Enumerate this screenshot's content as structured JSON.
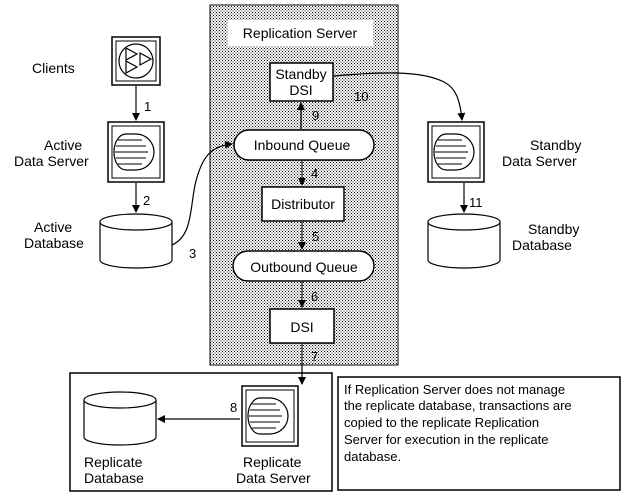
{
  "server_panel": {
    "title": "Replication   Server"
  },
  "clients": {
    "label": "Clients"
  },
  "active_server": {
    "line1": "Active",
    "line2": "Data  Server"
  },
  "active_db": {
    "line1": "Active",
    "line2": "Database"
  },
  "standby_server": {
    "line1": "Standby",
    "line2": "Data  Server"
  },
  "standby_db": {
    "line1": "Standby",
    "line2": "Database"
  },
  "standby_dsi": {
    "line1": "Standby",
    "line2": "DSI"
  },
  "inbound_queue": {
    "label": "Inbound   Queue"
  },
  "distributor": {
    "label": "Distributor"
  },
  "outbound_queue": {
    "label": "Outbound   Queue"
  },
  "dsi": {
    "label": "DSI"
  },
  "replicate_server": {
    "line1": "Replicate",
    "line2": "Data  Server"
  },
  "replicate_db": {
    "line1": "Replicate",
    "line2": "Database"
  },
  "steps": {
    "s1": "1",
    "s2": "2",
    "s3": "3",
    "s4": "4",
    "s5": "5",
    "s6": "6",
    "s7": "7",
    "s8": "8",
    "s9": "9",
    "s10": "10",
    "s11": "11"
  },
  "note": {
    "lines": [
      "If Replication Server does not manage",
      "the replicate database, transactions are",
      "copied to the replicate Replication",
      "Server for execution in the replicate",
      "database."
    ]
  }
}
